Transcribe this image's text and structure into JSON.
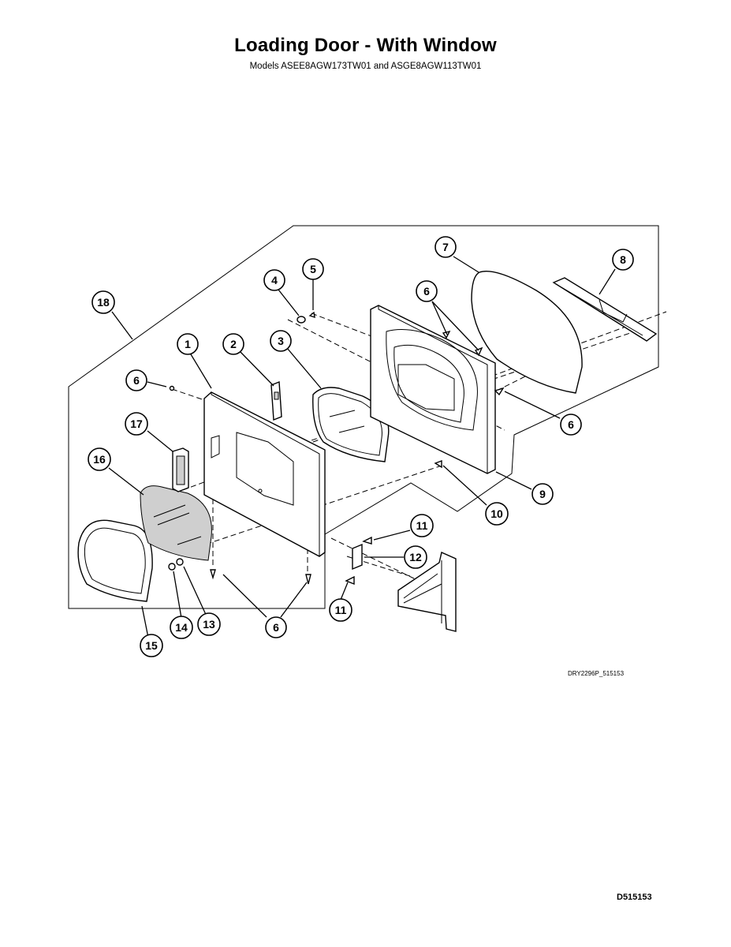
{
  "title": "Loading Door - With Window",
  "subtitle": "Models ASEE8AGW173TW01 and ASGE8AGW113TW01",
  "drawing_id": "DRY2296P_515153",
  "doc_id": "D515153",
  "callouts": {
    "c1": "1",
    "c2": "2",
    "c3": "3",
    "c4": "4",
    "c5": "5",
    "c6a": "6",
    "c6b": "6",
    "c6c": "6",
    "c6d": "6",
    "c7": "7",
    "c8": "8",
    "c9": "9",
    "c10": "10",
    "c11a": "11",
    "c11b": "11",
    "c12": "12",
    "c13": "13",
    "c14": "14",
    "c15": "15",
    "c16": "16",
    "c17": "17",
    "c18": "18"
  }
}
